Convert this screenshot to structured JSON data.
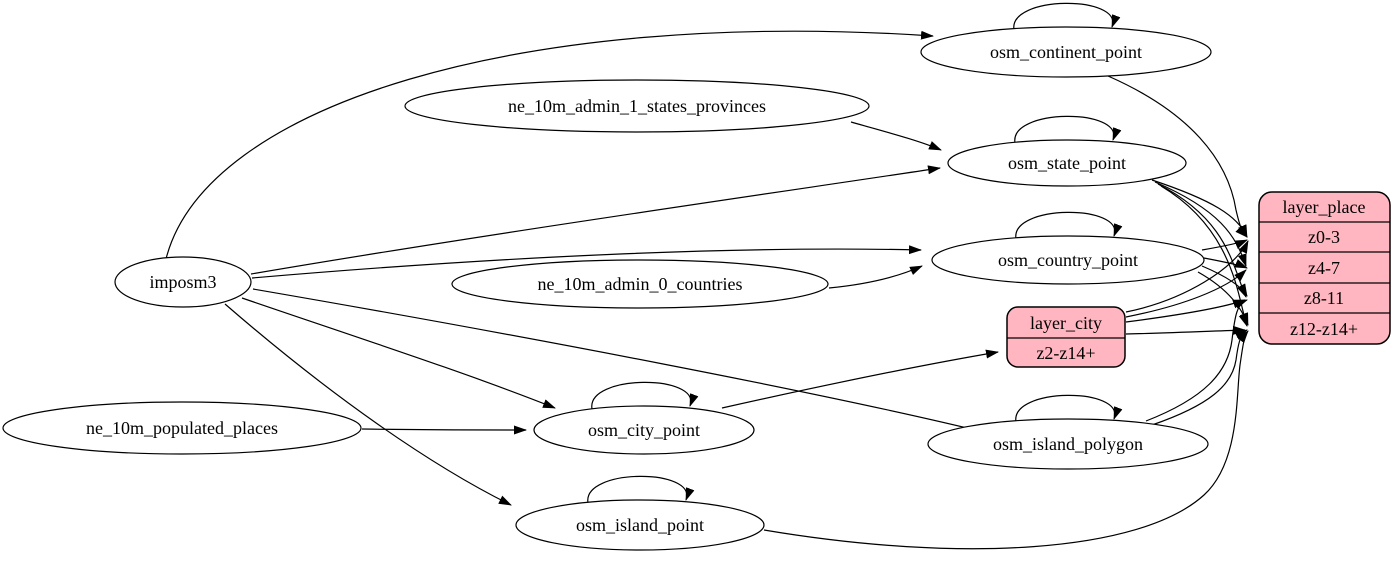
{
  "colors": {
    "layer_fill": "#ffb6c1",
    "table_fill": "#ffffff",
    "edge_color": "#000000"
  },
  "nodes": {
    "imposm3": "imposm3",
    "ne_10m_admin_1_states_provinces": "ne_10m_admin_1_states_provinces",
    "ne_10m_admin_0_countries": "ne_10m_admin_0_countries",
    "ne_10m_populated_places": "ne_10m_populated_places",
    "osm_continent_point": "osm_continent_point",
    "osm_state_point": "osm_state_point",
    "osm_country_point": "osm_country_point",
    "osm_city_point": "osm_city_point",
    "osm_island_polygon": "osm_island_polygon",
    "osm_island_point": "osm_island_point"
  },
  "layers": {
    "layer_place": {
      "title": "layer_place",
      "rows": [
        "z0-3",
        "z4-7",
        "z8-11",
        "z12-z14+"
      ]
    },
    "layer_city": {
      "title": "layer_city",
      "rows": [
        "z2-z14+"
      ]
    }
  },
  "edges": [
    {
      "from": "imposm3",
      "to": "osm_continent_point"
    },
    {
      "from": "imposm3",
      "to": "osm_state_point"
    },
    {
      "from": "imposm3",
      "to": "osm_country_point"
    },
    {
      "from": "imposm3",
      "to": "osm_city_point"
    },
    {
      "from": "imposm3",
      "to": "osm_island_polygon"
    },
    {
      "from": "imposm3",
      "to": "osm_island_point"
    },
    {
      "from": "ne_10m_admin_1_states_provinces",
      "to": "osm_state_point"
    },
    {
      "from": "ne_10m_admin_0_countries",
      "to": "osm_country_point"
    },
    {
      "from": "ne_10m_populated_places",
      "to": "osm_city_point"
    },
    {
      "from": "osm_continent_point",
      "to": "osm_continent_point"
    },
    {
      "from": "osm_state_point",
      "to": "osm_state_point"
    },
    {
      "from": "osm_country_point",
      "to": "osm_country_point"
    },
    {
      "from": "osm_city_point",
      "to": "osm_city_point"
    },
    {
      "from": "osm_island_polygon",
      "to": "osm_island_polygon"
    },
    {
      "from": "osm_island_point",
      "to": "osm_island_point"
    },
    {
      "from": "osm_city_point",
      "to": "layer_city",
      "row": "z2-z14+"
    },
    {
      "from": "layer_city",
      "to": "layer_place",
      "row": "z0-3"
    },
    {
      "from": "layer_city",
      "to": "layer_place",
      "row": "z4-7"
    },
    {
      "from": "layer_city",
      "to": "layer_place",
      "row": "z8-11"
    },
    {
      "from": "layer_city",
      "to": "layer_place",
      "row": "z12-z14+"
    },
    {
      "from": "osm_continent_point",
      "to": "layer_place",
      "row": "z0-3"
    },
    {
      "from": "osm_state_point",
      "to": "layer_place",
      "row": "z0-3"
    },
    {
      "from": "osm_state_point",
      "to": "layer_place",
      "row": "z4-7"
    },
    {
      "from": "osm_state_point",
      "to": "layer_place",
      "row": "z8-11"
    },
    {
      "from": "osm_state_point",
      "to": "layer_place",
      "row": "z12-z14+"
    },
    {
      "from": "osm_country_point",
      "to": "layer_place",
      "row": "z0-3"
    },
    {
      "from": "osm_country_point",
      "to": "layer_place",
      "row": "z4-7"
    },
    {
      "from": "osm_country_point",
      "to": "layer_place",
      "row": "z8-11"
    },
    {
      "from": "osm_country_point",
      "to": "layer_place",
      "row": "z12-z14+"
    },
    {
      "from": "osm_island_polygon",
      "to": "layer_place",
      "row": "z8-11"
    },
    {
      "from": "osm_island_polygon",
      "to": "layer_place",
      "row": "z12-z14+"
    },
    {
      "from": "osm_island_point",
      "to": "layer_place",
      "row": "z12-z14+"
    }
  ]
}
